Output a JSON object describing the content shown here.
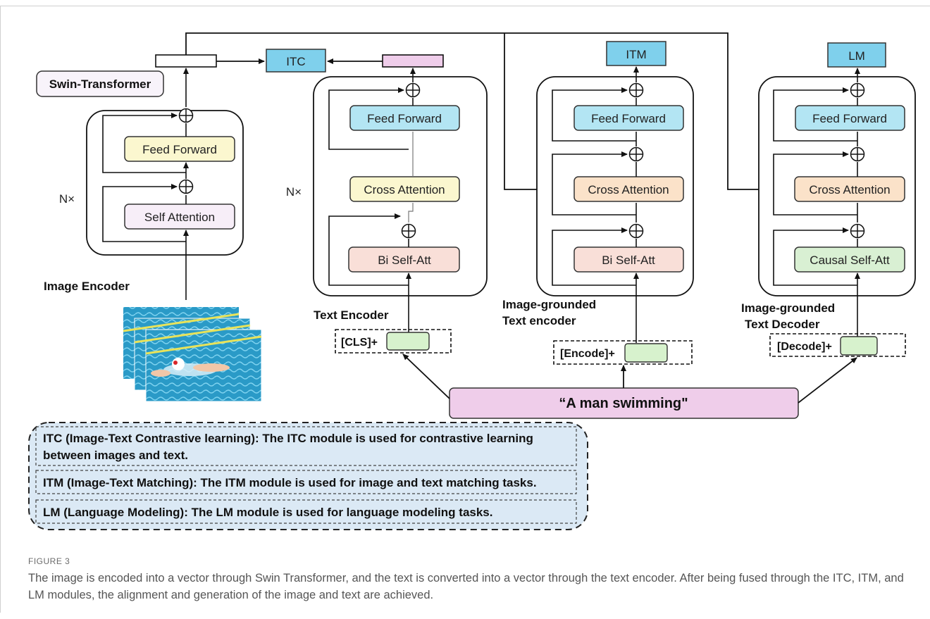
{
  "image_encoder": {
    "title": "Image  Encoder",
    "label_box": "Swin-Transformer",
    "repeat": "N×",
    "feed_forward": "Feed Forward",
    "self_attention": "Self Attention"
  },
  "text_encoder": {
    "title": "Text Encoder",
    "repeat": "N×",
    "feed_forward": "Feed Forward",
    "cross_attention": "Cross Attention",
    "self_att": "Bi Self-Att",
    "token": "[CLS]+"
  },
  "grounded_encoder": {
    "title_line1": "Image-grounded",
    "title_line2": "Text encoder",
    "output": "ITM",
    "feed_forward": "Feed Forward",
    "cross_attention": "Cross Attention",
    "self_att": "Bi Self-Att",
    "token": "[Encode]+"
  },
  "grounded_decoder": {
    "title_line1": "Image-grounded",
    "title_line2": "Text Decoder",
    "output": "LM",
    "feed_forward": "Feed Forward",
    "cross_attention": "Cross Attention",
    "self_att": "Causal Self-Att",
    "token": "[Decode]+"
  },
  "itc_label": "ITC",
  "caption_input": "“A man swimming\"",
  "legend": {
    "itc_line1": "ITC (Image-Text Contrastive learning): The ITC module is used for contrastive learning",
    "itc_line2": "between images and text.",
    "itm": "ITM (Image-Text Matching): The ITM module is used for image and text matching tasks.",
    "lm": "LM (Language Modeling): The LM module is used for language modeling tasks."
  },
  "figure": {
    "label": "FIGURE 3",
    "caption": "The image is encoded into a vector through Swin Transformer, and the text is converted into a vector through the text encoder. After being fused through the ITC, ITM, and LM modules, the alignment and generation of the image and text are achieved."
  },
  "colors": {
    "feed_forward_blue": "#b3e5f3",
    "feed_forward_yellow": "#fbf7cf",
    "cross_attention_yellow": "#fbf7cf",
    "cross_attention_orange": "#fbe2c9",
    "self_att_pink": "#f9dfd8",
    "causal_green": "#d9f0d3",
    "self_attention_lavender": "#f7eef8",
    "output_box_blue": "#7fd0ec",
    "token_green": "#d7f2cd",
    "caption_pink": "#efcdea",
    "legend_blue": "#dbe9f5"
  },
  "icons": [
    "add-circle-icon",
    "arrow-icon"
  ]
}
